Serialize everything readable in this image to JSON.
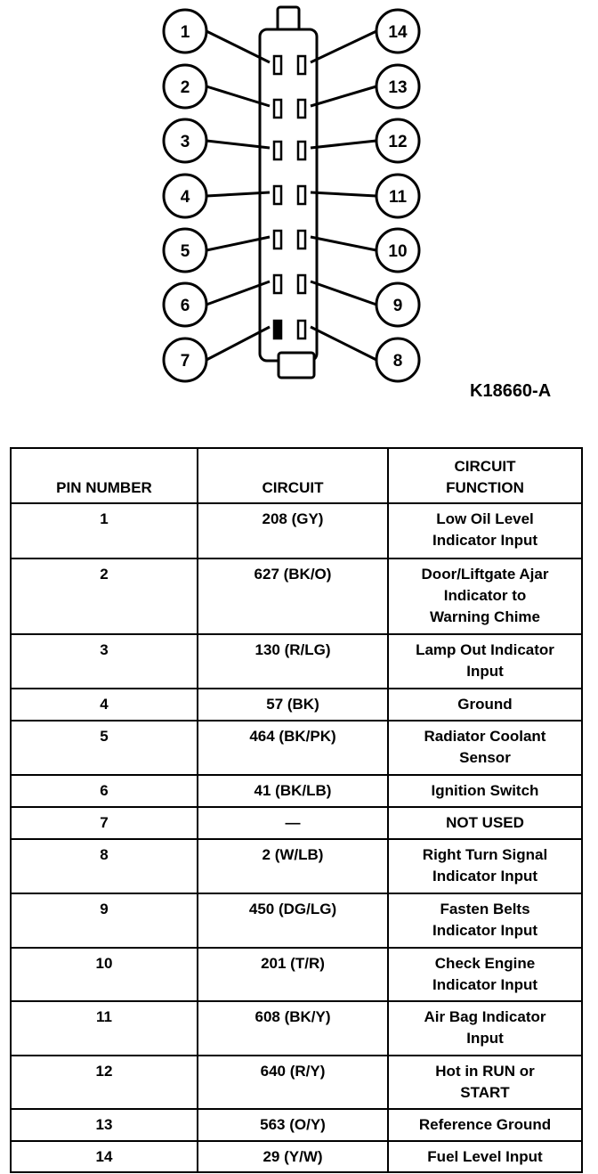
{
  "figure_id": "K18660-A",
  "connector": {
    "left_pins": [
      "1",
      "2",
      "3",
      "4",
      "5",
      "6",
      "7"
    ],
    "right_pins": [
      "14",
      "13",
      "12",
      "11",
      "10",
      "9",
      "8"
    ],
    "unused_cavity": "7"
  },
  "table": {
    "headers": {
      "pin_number": "PIN NUMBER",
      "circuit": "CIRCUIT",
      "circuit_function_line1": "CIRCUIT",
      "circuit_function_line2": "FUNCTION"
    },
    "rows": [
      {
        "pin": "1",
        "circuit": "208 (GY)",
        "function": "Low Oil Level\nIndicator Input"
      },
      {
        "pin": "2",
        "circuit": "627 (BK/O)",
        "function": "Door/Liftgate Ajar\nIndicator to\nWarning Chime"
      },
      {
        "pin": "3",
        "circuit": "130 (R/LG)",
        "function": "Lamp Out Indicator\nInput"
      },
      {
        "pin": "4",
        "circuit": "57 (BK)",
        "function": "Ground"
      },
      {
        "pin": "5",
        "circuit": "464 (BK/PK)",
        "function": "Radiator Coolant\nSensor"
      },
      {
        "pin": "6",
        "circuit": "41 (BK/LB)",
        "function": "Ignition Switch"
      },
      {
        "pin": "7",
        "circuit": "—",
        "function": "NOT USED"
      },
      {
        "pin": "8",
        "circuit": "2 (W/LB)",
        "function": "Right Turn Signal\nIndicator Input"
      },
      {
        "pin": "9",
        "circuit": "450 (DG/LG)",
        "function": "Fasten Belts\nIndicator Input"
      },
      {
        "pin": "10",
        "circuit": "201 (T/R)",
        "function": "Check Engine\nIndicator Input"
      },
      {
        "pin": "11",
        "circuit": "608 (BK/Y)",
        "function": "Air Bag Indicator\nInput"
      },
      {
        "pin": "12",
        "circuit": "640 (R/Y)",
        "function": "Hot in RUN or\nSTART"
      },
      {
        "pin": "13",
        "circuit": "563 (O/Y)",
        "function": "Reference Ground"
      },
      {
        "pin": "14",
        "circuit": "29 (Y/W)",
        "function": "Fuel Level Input"
      }
    ]
  }
}
